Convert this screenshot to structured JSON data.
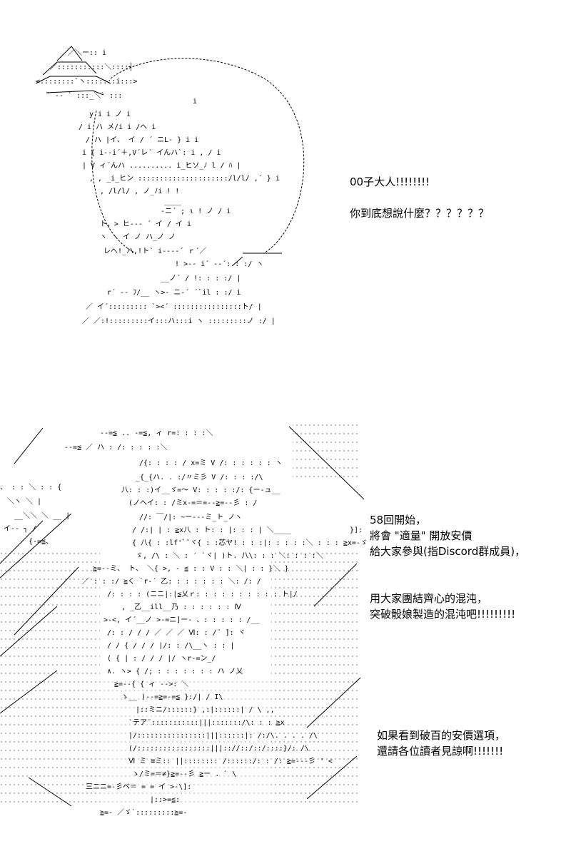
{
  "panel1": {
    "caption_line1": "00子大人!!!!!!!!",
    "caption_line2": "你到底想說什麼？？？？？？"
  },
  "panel2": {
    "caption_block1": [
      "58回開始，",
      "將會 \"適量\" 開放安價",
      "給大家參與(指Discord群成員)，"
    ],
    "caption_block2": [
      "用大家團結齊心的混沌，",
      "突破骰娘製造的混沌吧!!!!!!!!!"
    ],
    "caption_block3": [
      "如果看到破百的安價選項，",
      "還請各位讀者見諒啊!!!!!!!"
    ]
  }
}
